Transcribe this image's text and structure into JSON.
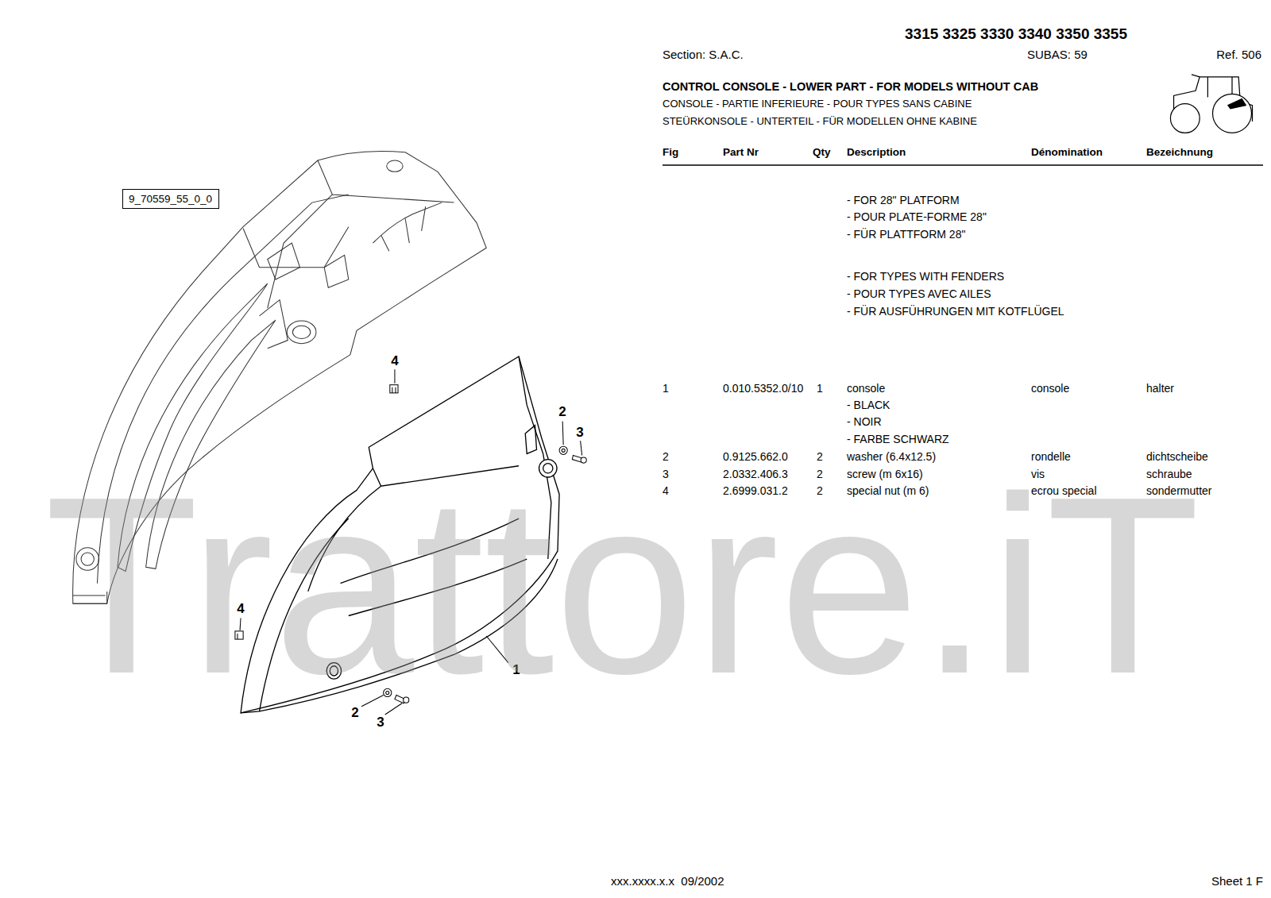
{
  "diagram": {
    "title": "CONTROL CONSOLE - LOWER PART - FOR MODELS WITHOUT CAB",
    "nodes": [
      {
        "text": [
          "9_70559_55_0_0"
        ]
      }
    ],
    "labels": [
      "3315 3325 3330 3340 3350 3355",
      "Section: S.A.C.",
      "SUBAS: 59",
      "Ref. 506",
      "CONSOLE - PARTIE INFERIEURE - POUR TYPES SANS CABINE",
      "STEÜRKONSOLE - UNTERTEIL - FÜR MODELLEN OHNE KABINE",
      "Fig",
      "Part Nr",
      "Qty",
      "Description",
      "Dénomination",
      "Bezeichnung",
      "- FOR 28\" PLATFORM",
      "- POUR PLATE-FORME 28\"",
      "- FÜR PLATTFORM 28\"",
      "- FOR TYPES WITH FENDERS",
      "- POUR TYPES AVEC AILES",
      "- FÜR AUSFÜHRUNGEN MIT KOTFLÜGEL",
      "1",
      "0.010.5352.0/10",
      "1",
      "console",
      "console",
      "halter",
      "- BLACK",
      "- NOIR",
      "- FARBE SCHWARZ",
      "2",
      "0.9125.662.0",
      "2",
      "washer (6.4x12.5)",
      "rondelle",
      "dichtscheibe",
      "3",
      "2.0332.406.3",
      "2",
      "screw (m 6x16)",
      "vis",
      "schraube",
      "4",
      "2.6999.031.2",
      "2",
      "special nut (m 6)",
      "ecrou special",
      "sondermutter",
      "4",
      "2",
      "3",
      "4",
      "1",
      "2",
      "3",
      "Trattore.iT",
      "xxx.xxxx.x.x  09/2002",
      "Sheet 1 F"
    ]
  }
}
